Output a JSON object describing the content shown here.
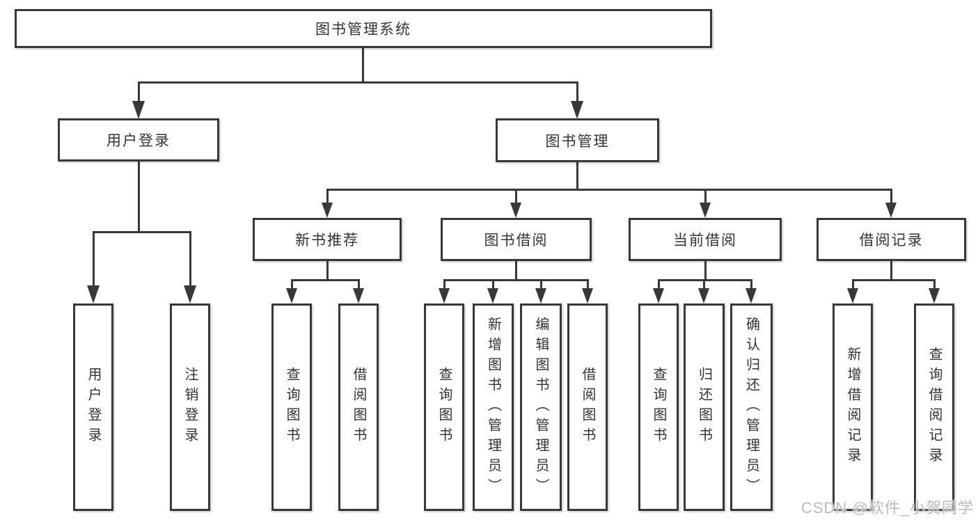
{
  "page": {
    "background": "#ffffff"
  },
  "colors": {
    "box_border": "#383838",
    "connector_line": "#383838",
    "text": "#333333",
    "watermark_text": "#b7babd"
  },
  "nodes": {
    "root": "图书管理系统",
    "user_login_group": "用户登录",
    "book_management_group": "图书管理",
    "new_book_recommend": "新书推荐",
    "book_borrowing": "图书借阅",
    "current_borrowing": "当前借阅",
    "borrowing_records": "借阅记录",
    "user_login_leaf": "用户登录",
    "logout_leaf": "注销登录",
    "nbr_query_books": "查询图书",
    "nbr_borrow_books": "借阅图书",
    "bb_query_books": "查询图书",
    "bb_add_books_admin": "新增图书（管理员）",
    "bb_edit_books_admin": "编辑图书（管理员）",
    "bb_borrow_books": "借阅图书",
    "cb_query_books": "查询图书",
    "cb_return_books": "归还图书",
    "cb_confirm_return_admin": "确认归还（管理员）",
    "br_add_record": "新增借阅记录",
    "br_query_record": "查询借阅记录"
  },
  "structure": {
    "root": [
      "user_login_group",
      "book_management_group"
    ],
    "user_login_group": [
      "user_login_leaf",
      "logout_leaf"
    ],
    "book_management_group": [
      "new_book_recommend",
      "book_borrowing",
      "current_borrowing",
      "borrowing_records"
    ],
    "new_book_recommend": [
      "nbr_query_books",
      "nbr_borrow_books"
    ],
    "book_borrowing": [
      "bb_query_books",
      "bb_add_books_admin",
      "bb_edit_books_admin",
      "bb_borrow_books"
    ],
    "current_borrowing": [
      "cb_query_books",
      "cb_return_books",
      "cb_confirm_return_admin"
    ],
    "borrowing_records": [
      "br_add_record",
      "br_query_record"
    ]
  },
  "watermark": "CSDN @软件_小贺同学"
}
